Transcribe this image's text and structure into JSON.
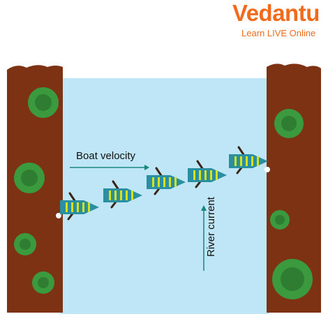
{
  "brand": {
    "name": "Vedantu",
    "tagline": "Learn LIVE Online",
    "color": "#f26b1d"
  },
  "labels": {
    "boat_velocity": "Boat velocity",
    "river_current": "River current"
  },
  "colors": {
    "river": "#bfe6f6",
    "bank": "#7e3214",
    "bush_outer": "#3a9a3d",
    "bush_inner": "#2e7d32",
    "arrow": "#16877a",
    "boat_hull": "#2a8fa0",
    "boat_stripe": "#d8e21c",
    "oar": "#3a2416"
  },
  "scene": {
    "boat_count": 5,
    "left_bank_bushes": 4,
    "right_bank_bushes": 3
  }
}
